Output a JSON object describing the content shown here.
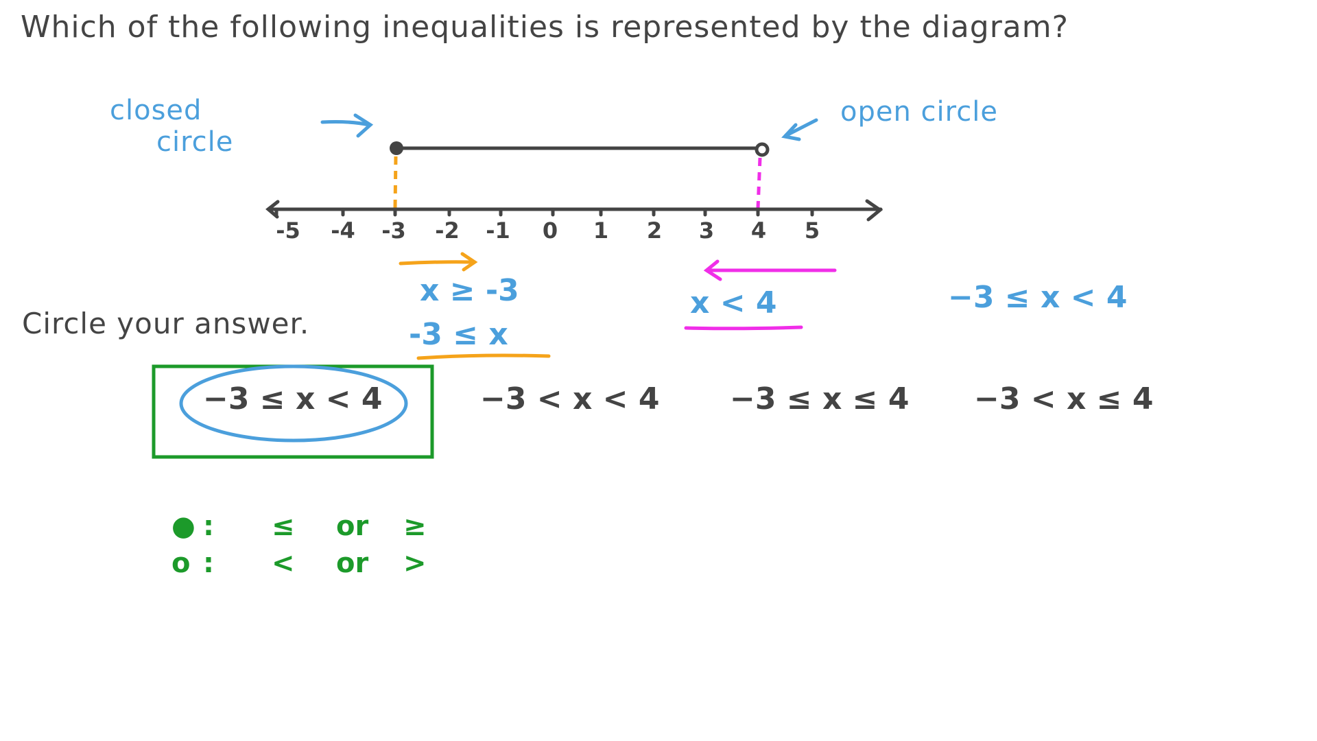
{
  "question": "Which of the following inequalities is represented by the diagram?",
  "annotations": {
    "closed_circle_line1": "closed",
    "closed_circle_line2": "circle",
    "open_circle": "open circle"
  },
  "number_line": {
    "ticks": [
      "-5",
      "-4",
      "-3",
      "-2",
      "-1",
      "0",
      "1",
      "2",
      "3",
      "4",
      "5"
    ],
    "closed_endpoint": "-3",
    "open_endpoint": "4"
  },
  "working": {
    "left_line1": "x ≥ -3",
    "left_line2": "-3 ≤ x",
    "right": "x < 4",
    "combined": "−3 ≤ x < 4"
  },
  "prompt": "Circle your answer.",
  "options": [
    {
      "label": "−3 ≤ x < 4",
      "selected": true
    },
    {
      "label": "−3 < x < 4",
      "selected": false
    },
    {
      "label": "−3 ≤ x ≤ 4",
      "selected": false
    },
    {
      "label": "−3 < x ≤ 4",
      "selected": false
    }
  ],
  "legend": {
    "closed": {
      "symbol": "●",
      "colon": ":",
      "a": "≤",
      "or": "or",
      "b": "≥"
    },
    "open": {
      "symbol": "o",
      "colon": ":",
      "a": "<",
      "or": "or",
      "b": ">"
    }
  },
  "colors": {
    "ink": "#444444",
    "blue": "#4b9fdc",
    "orange": "#f5a31a",
    "magenta": "#f02ee8",
    "green": "#1c9a2a"
  }
}
